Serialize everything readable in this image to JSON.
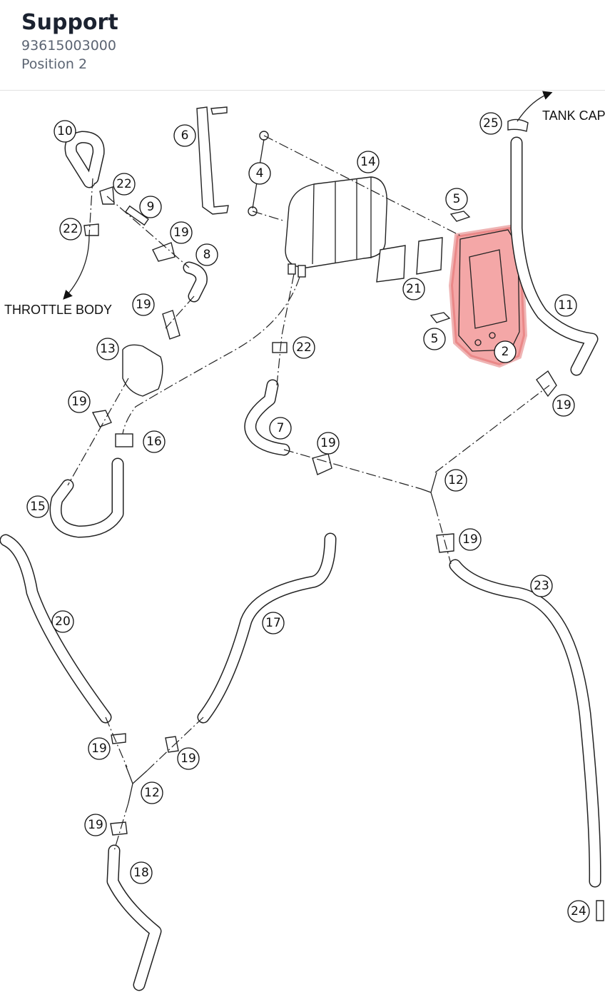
{
  "header": {
    "title": "Support",
    "part_number": "93615003000",
    "position": "Position 2"
  },
  "diagram": {
    "labels": {
      "throttle_body": "THROTTLE BODY",
      "tank_cap": "TANK CAP"
    },
    "callouts": [
      "10",
      "6",
      "4",
      "14",
      "25",
      "22",
      "9",
      "22",
      "19",
      "8",
      "5",
      "21",
      "11",
      "19",
      "13",
      "2",
      "5",
      "22",
      "19",
      "7",
      "16",
      "19",
      "19",
      "12",
      "15",
      "19",
      "23",
      "20",
      "17",
      "19",
      "19",
      "12",
      "19",
      "18",
      "24"
    ],
    "highlight_callout": "2",
    "highlight_color": "#f08a8a"
  }
}
